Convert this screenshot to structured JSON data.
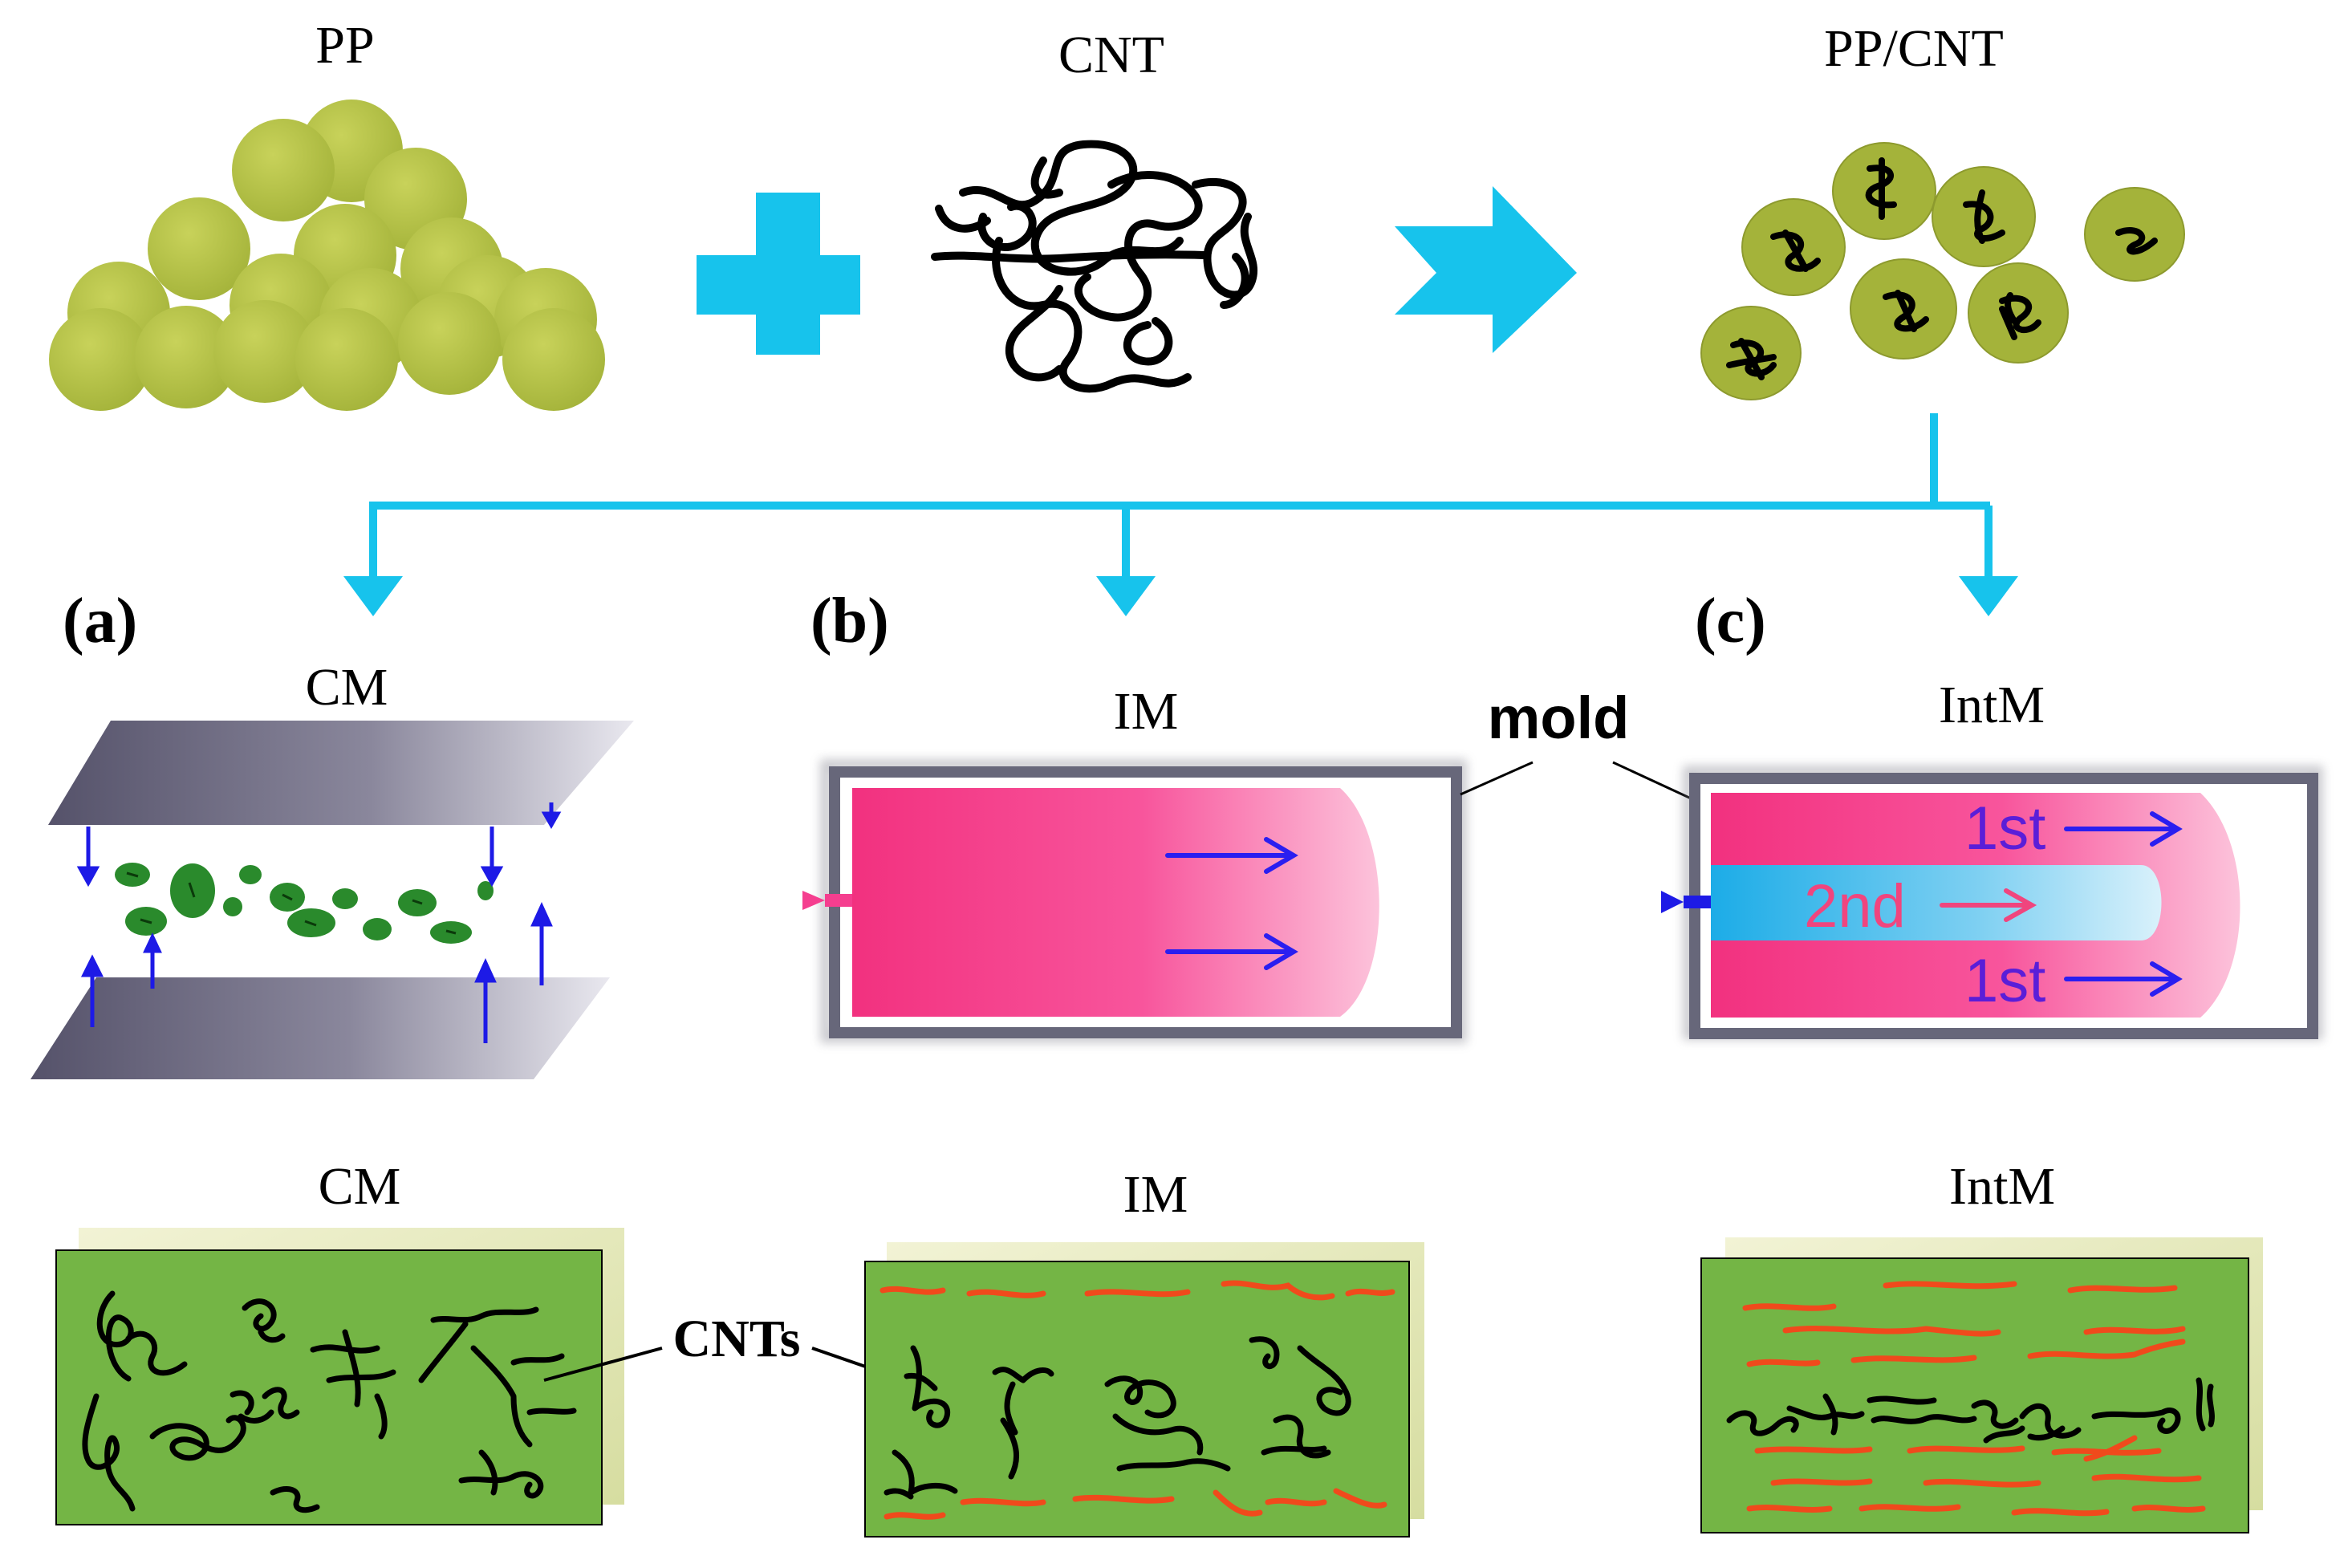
{
  "top": {
    "pp_label": "PP",
    "cnt_label": "CNT",
    "ppcnt_label": "PP/CNT"
  },
  "panels": {
    "a": {
      "letter": "(a)",
      "method": "CM"
    },
    "b": {
      "letter": "(b)",
      "method": "IM"
    },
    "c": {
      "letter": "(c)",
      "method": "IntM"
    }
  },
  "mold_label": "mold",
  "flow": {
    "first_top": "1st",
    "second": "2nd",
    "first_bottom": "1st"
  },
  "bottom": {
    "cm_label": "CM",
    "im_label": "IM",
    "intm_label": "IntM",
    "cnts_label": "CNTs"
  },
  "colors": {
    "pp_pellet": "#b5c043",
    "cyan_arrow": "#17c3ec",
    "plate": "#6e6a80",
    "melt_pink": "#f53e8f",
    "melt_blue": "#27b5ea",
    "flow_arrow": "#2a1ef0",
    "second_text": "#f0457e",
    "green_bg": "#74b545",
    "orange_cnt": "#f04a1c"
  }
}
